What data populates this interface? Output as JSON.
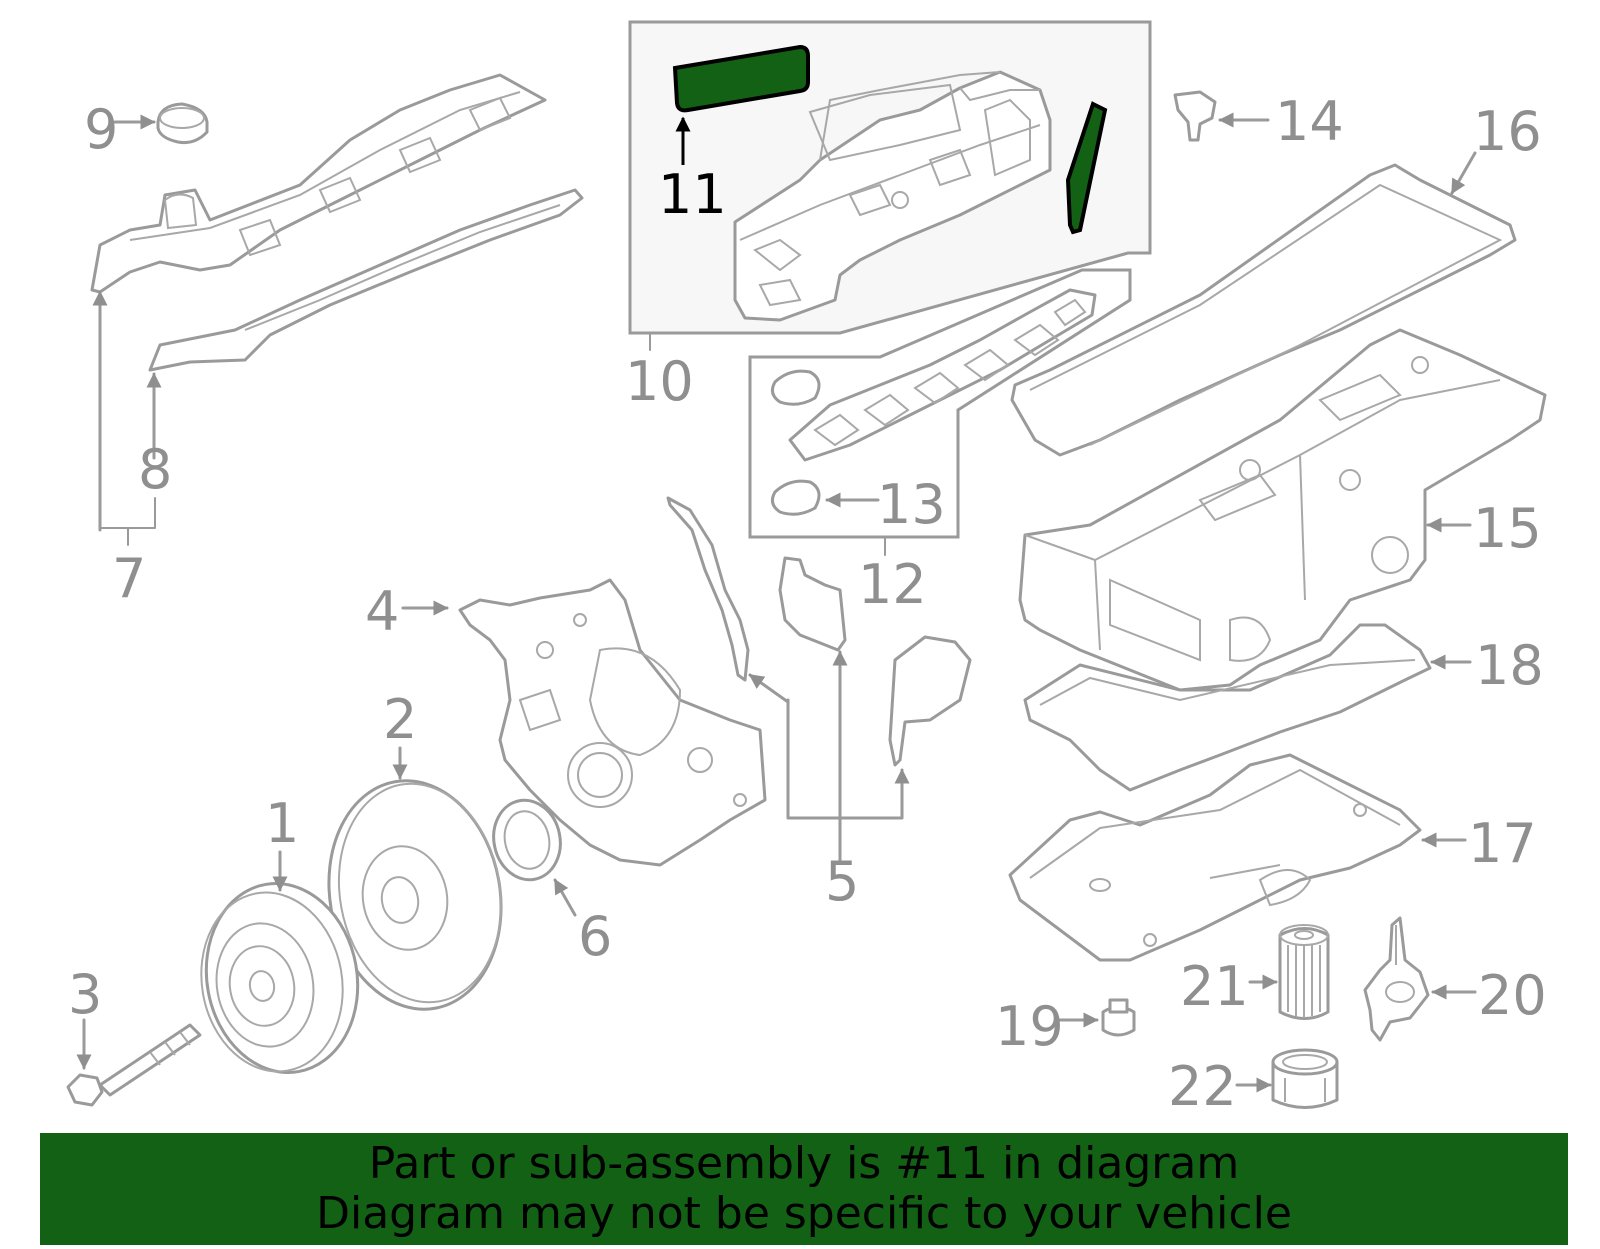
{
  "colors": {
    "highlight": "#136114",
    "line_art": "#9a9a9a",
    "label": "#8f8f8f",
    "banner_bg": "#136114",
    "banner_text": "#000000"
  },
  "highlighted_part": "11",
  "labels": {
    "l1": "1",
    "l2": "2",
    "l3": "3",
    "l4": "4",
    "l5": "5",
    "l6": "6",
    "l7": "7",
    "l8": "8",
    "l9": "9",
    "l10": "10",
    "l11": "11",
    "l12": "12",
    "l13": "13",
    "l14": "14",
    "l15": "15",
    "l16": "16",
    "l17": "17",
    "l18": "18",
    "l19": "19",
    "l20": "20",
    "l21": "21",
    "l22": "22"
  },
  "banner": {
    "line1": "Part or sub-assembly is #11 in diagram",
    "line2": "Diagram may not be specific to your vehicle"
  }
}
